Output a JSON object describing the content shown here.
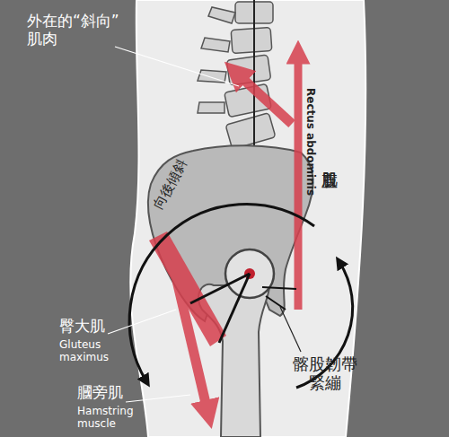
{
  "diagram": {
    "labels": [
      "外在的“斜向” 肌肉",
      "股直肌",
      "Rectus abdominis",
      "向後傾斜",
      "臀大肌",
      "Gluteus maximus",
      "膕旁肌",
      "Hamstring muscle",
      "髂股韌帶 緊繃"
    ]
  }
}
